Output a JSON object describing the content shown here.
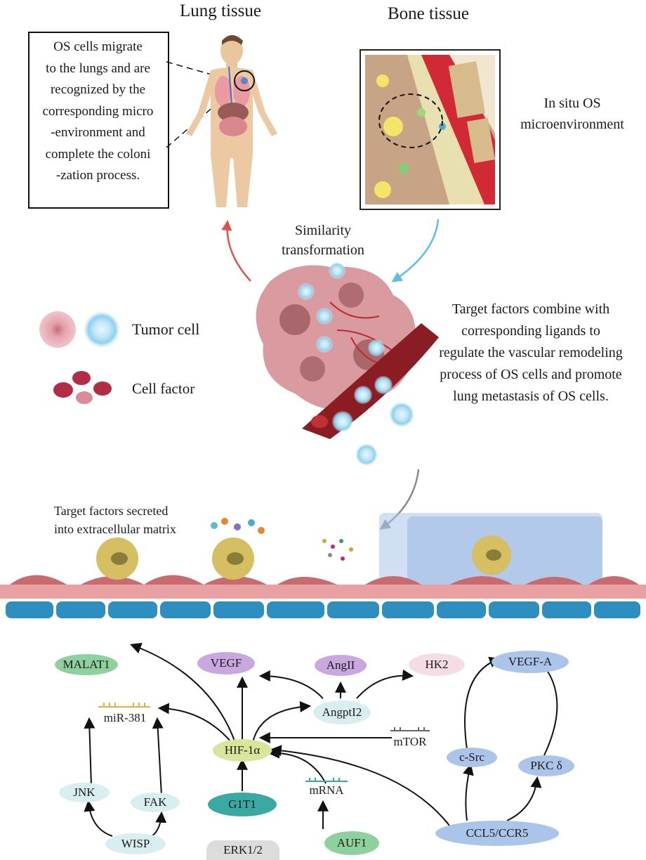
{
  "top": {
    "lung_title": "Lung tissue",
    "bone_title": "Bone tissue",
    "callout_lines": [
      "OS cells migrate",
      "to the lungs and are",
      "recognized by the",
      "corresponding micro",
      "-environment and",
      "complete the coloni",
      "-zation process."
    ],
    "insitu_lines": [
      "In situ OS",
      "microenvironment"
    ],
    "similarity_lines": [
      "Similarity",
      "transformation"
    ],
    "target_lines": [
      "Target factors combine with",
      "corresponding ligands to",
      "regulate the vascular remodeling",
      "process of OS cells and promote",
      "lung metastasis of OS cells."
    ]
  },
  "legend": {
    "tumor_cell": "Tumor cell",
    "cell_factor": "Cell factor"
  },
  "matrix": {
    "label_lines": [
      "Target factors secreted",
      "into extracellular matrix"
    ]
  },
  "pathway": {
    "nodes": {
      "malat1": "MALAT1",
      "vegf": "VEGF",
      "angii": "AngII",
      "hk2": "HK2",
      "vegfa": "VEGF-A",
      "mir381": "miR-381",
      "angptl2": "AngptI2",
      "mtor": "mTOR",
      "hif1a": "HIF-1α",
      "csrc": "c-Src",
      "pkcd": "PKC δ",
      "jnk": "JNK",
      "fak": "FAK",
      "g1t1": "G1T1",
      "mrna": "mRNA",
      "wisp": "WISP",
      "erk": "ERK1/2",
      "auf1": "AUF1",
      "ccl5": "CCL5/CCR5"
    }
  },
  "colors": {
    "vessel": "#b8252f",
    "tumor_pink": "#d98a95",
    "tumor_blue": "#a9d8ee",
    "membrane": "#e8a0a3",
    "cell_blue": "#2d8fbf",
    "green_node": "#8fd19e",
    "purple_node": "#c9a8e0",
    "teal_node": "#3aa9a4",
    "blue_node": "#aac4ea",
    "yellow_node": "#d8e59a"
  }
}
